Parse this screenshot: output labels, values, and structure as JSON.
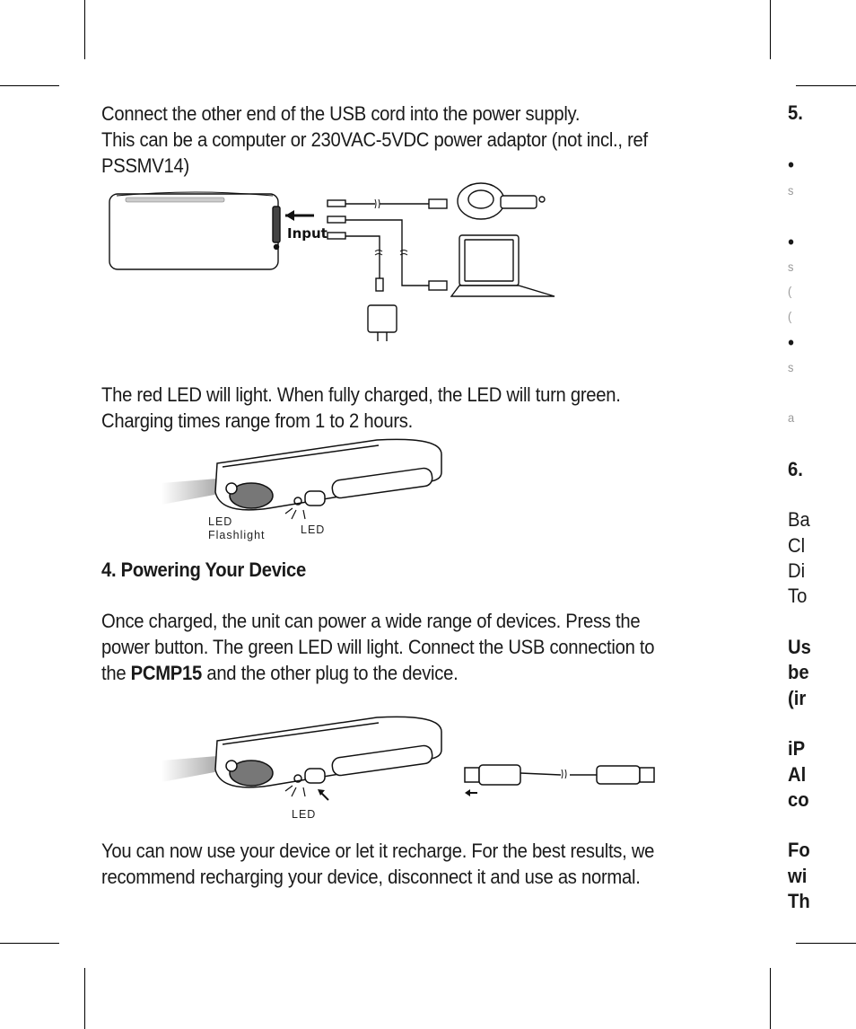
{
  "section3": {
    "p1_line1": "Connect the other end of the USB cord into the power supply.",
    "p1_line2": "This can be a computer or 230VAC-5VDC power adaptor (not incl., ref",
    "p1_line3": "PSSMV14)",
    "input_label": "Input",
    "p2_line1": "The red LED will light. When fully charged, the LED will turn green.",
    "p2_line2": "Charging times range from 1 to 2 hours.",
    "fig2_label_led_flashlight_1": "LED",
    "fig2_label_led_flashlight_2": "Flashlight",
    "fig2_label_led": "LED"
  },
  "section4": {
    "heading": "4. Powering Your Device",
    "p1_line1": "Once charged, the unit can power a wide range of devices. Press the",
    "p1_line2": "power button. The green LED will light. Connect the USB connection to",
    "p1_line3_pre": "the ",
    "p1_line3_bold": "PCMP15",
    "p1_line3_post": " and the other plug to the device.",
    "fig3_label_led": "LED",
    "p2_line1": "You can now use your device or let it recharge. For the best results, we",
    "p2_line2": "recommend recharging your device, disconnect it and use as normal."
  },
  "right_column": {
    "h5": "5.",
    "bullet": "•",
    "faint": [
      "s",
      "s",
      "(",
      "(",
      "s",
      "a"
    ],
    "h6": "6.",
    "specs": [
      "Ba",
      "Cl",
      "Di",
      "To"
    ],
    "bold1": [
      "Us",
      "be",
      "(ir"
    ],
    "bold2": [
      "iP",
      "Al",
      "co"
    ],
    "bold3": [
      "Fo",
      "wi",
      "Th"
    ]
  }
}
